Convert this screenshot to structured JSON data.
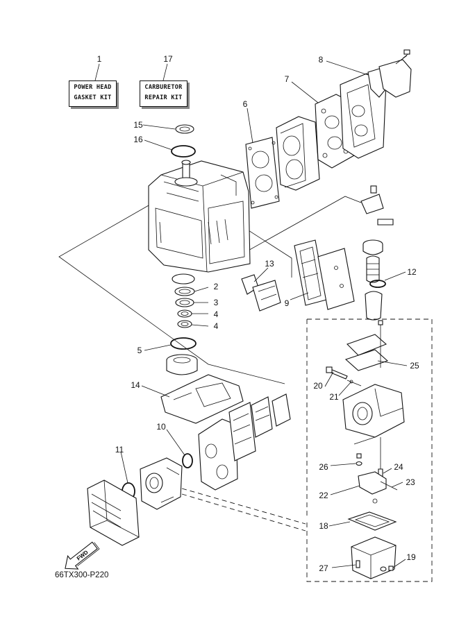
{
  "kits": [
    {
      "id": "power-head-gasket-kit",
      "line1": "POWER HEAD",
      "line2": "GASKET KIT"
    },
    {
      "id": "carburetor-repair-kit",
      "line1": "CARBURETOR",
      "line2": "REPAIR KIT"
    }
  ],
  "callouts": [
    "1",
    "17",
    "8",
    "7",
    "6",
    "15",
    "16",
    "13",
    "12",
    "2",
    "3",
    "4",
    "4",
    "9",
    "5",
    "25",
    "20",
    "21",
    "14",
    "10",
    "11",
    "26",
    "24",
    "23",
    "22",
    "18",
    "27",
    "19"
  ],
  "fwd": "FWD",
  "diagram_code": "66TX300-P220"
}
